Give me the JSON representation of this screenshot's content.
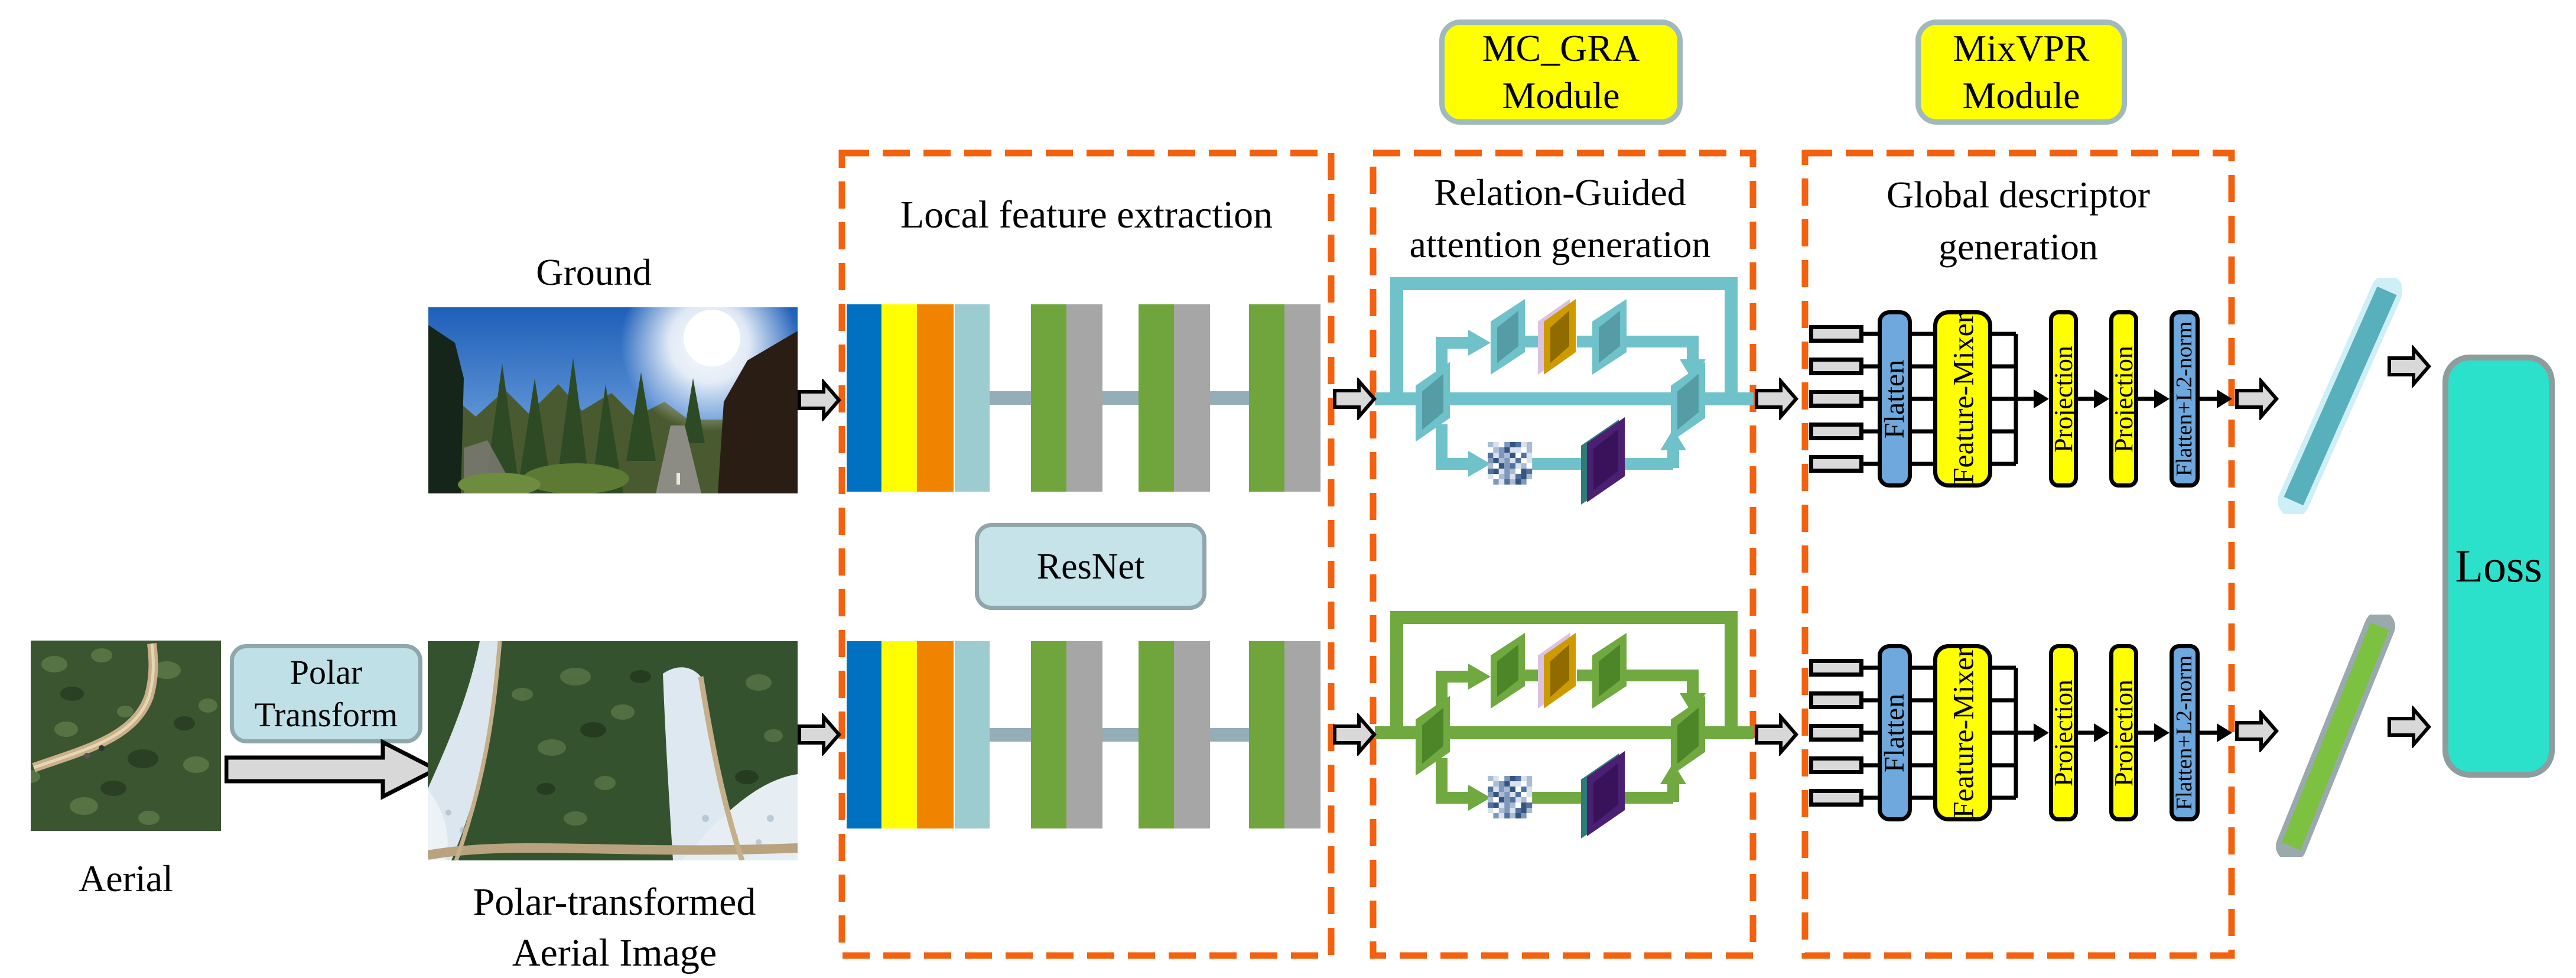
{
  "figure": {
    "module_tags": {
      "mcgra_line1": "MC_GRA",
      "mcgra_line2": "Module",
      "mixvpr_line1": "MixVPR",
      "mixvpr_line2": "Module"
    },
    "stages": {
      "local_title": "Local feature extraction",
      "backbone": "ResNet",
      "attention_title_line1": "Relation-Guided",
      "attention_title_line2": "attention generation",
      "global_title_line1": "Global descriptor",
      "global_title_line2": "generation"
    },
    "inputs": {
      "ground": "Ground",
      "aerial": "Aerial",
      "polar_line1": "Polar",
      "polar_line2": "Transform",
      "polar_image_line1": "Polar-transformed",
      "polar_image_line2": "Aerial Image"
    },
    "pipeline": {
      "flatten": "Flatten",
      "feature_mixer": "Feature-Mixer",
      "projection_a": "Projection",
      "projection_b": "Projection",
      "l2": "Flatten+L2-norm"
    },
    "loss": "Loss",
    "colors": {
      "dashed_border": "#F3610E",
      "module_tag_fill": "#FFFF00",
      "ground_branch": "#6FC2C9",
      "aerial_branch": "#6FA93F",
      "loss_fill": "#2BE1CC",
      "softbox_fill": "#C5E3E8",
      "bar_blue": "#6FA8DC",
      "bar_yellow": "#FFFF00"
    }
  }
}
